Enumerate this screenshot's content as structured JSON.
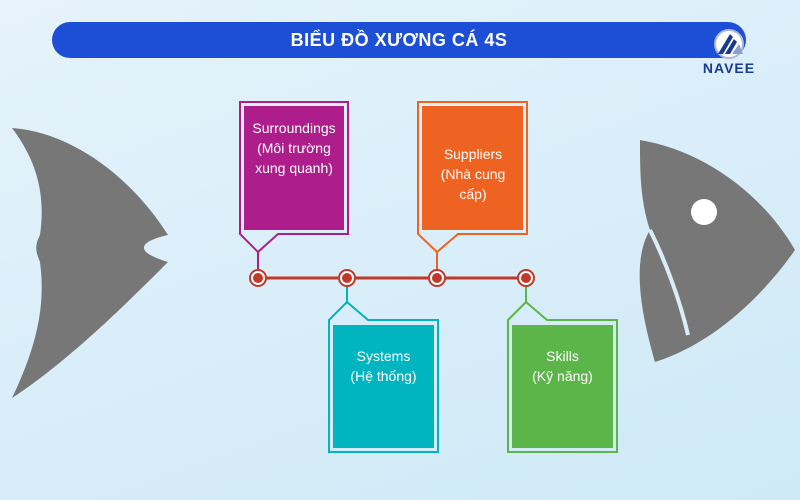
{
  "title": "BIỂU ĐỒ XƯƠNG CÁ 4S",
  "logo": "NAVEE",
  "colors": {
    "banner": "#1d4fd6",
    "surroundings": "#ad1e8c",
    "suppliers": "#ef6322",
    "systems": "#00b5c0",
    "skills": "#5cb548",
    "spine": "#c0392b",
    "fish": "#777777"
  },
  "categories": [
    {
      "id": "surroundings",
      "title": "Surroundings",
      "subtitle": "(Môi trường xung quanh)"
    },
    {
      "id": "suppliers",
      "title": "Suppliers",
      "subtitle": "(Nhà cung cấp)"
    },
    {
      "id": "systems",
      "title": "Systems",
      "subtitle": "(Hệ thống)"
    },
    {
      "id": "skills",
      "title": "Skills",
      "subtitle": "(Kỹ năng)"
    }
  ]
}
